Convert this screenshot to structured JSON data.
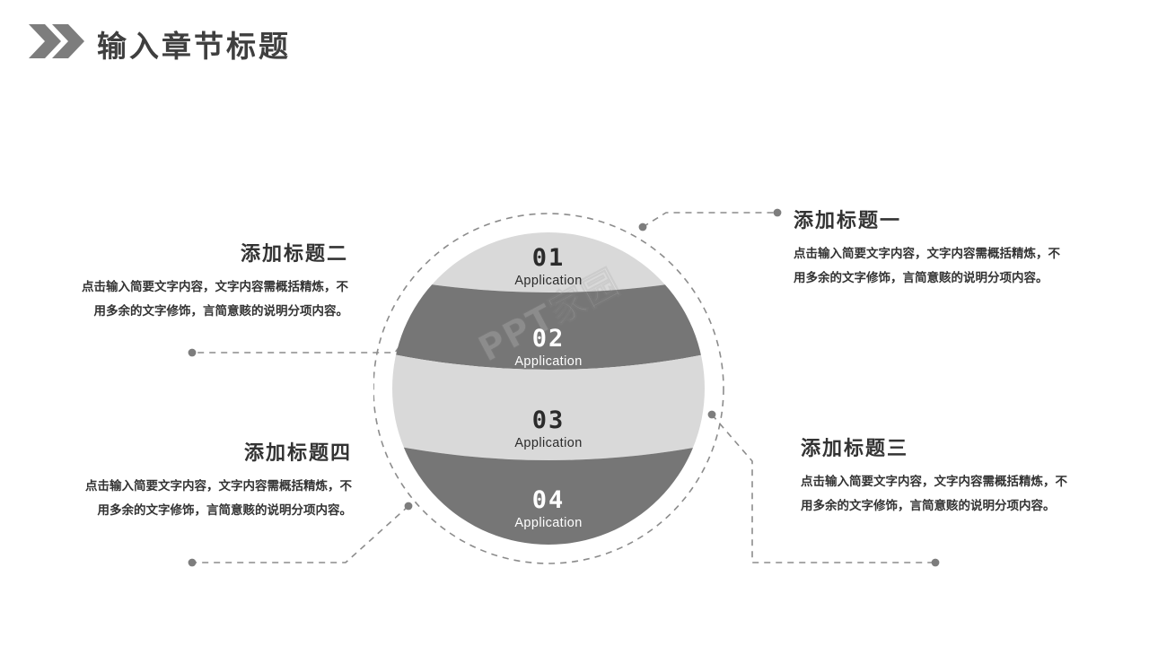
{
  "header": {
    "title": "输入章节标题",
    "chevron_icon": "double-chevron-right-icon"
  },
  "sphere": {
    "dark_color": "#767676",
    "light_color": "#d9d9d9",
    "dashed_ring_color": "#8c8c8c",
    "bands": [
      {
        "number": "01",
        "caption": "Application",
        "tone": "light"
      },
      {
        "number": "02",
        "caption": "Application",
        "tone": "dark"
      },
      {
        "number": "03",
        "caption": "Application",
        "tone": "light"
      },
      {
        "number": "04",
        "caption": "Application",
        "tone": "dark"
      }
    ]
  },
  "callouts": [
    {
      "id": "one",
      "title": "添加标题一",
      "body": "点击输入简要文字内容，文字内容需概括精炼，不用多余的文字修饰，言简意赅的说明分项内容。"
    },
    {
      "id": "two",
      "title": "添加标题二",
      "body": "点击输入简要文字内容，文字内容需概括精炼，不用多余的文字修饰，言简意赅的说明分项内容。"
    },
    {
      "id": "three",
      "title": "添加标题三",
      "body": "点击输入简要文字内容，文字内容需概括精炼，不用多余的文字修饰，言简意赅的说明分项内容。"
    },
    {
      "id": "four",
      "title": "添加标题四",
      "body": "点击输入简要文字内容，文字内容需概括精炼，不用多余的文字修饰，言简意赅的说明分项内容。"
    }
  ],
  "watermark": {
    "text": "PPT家园"
  }
}
